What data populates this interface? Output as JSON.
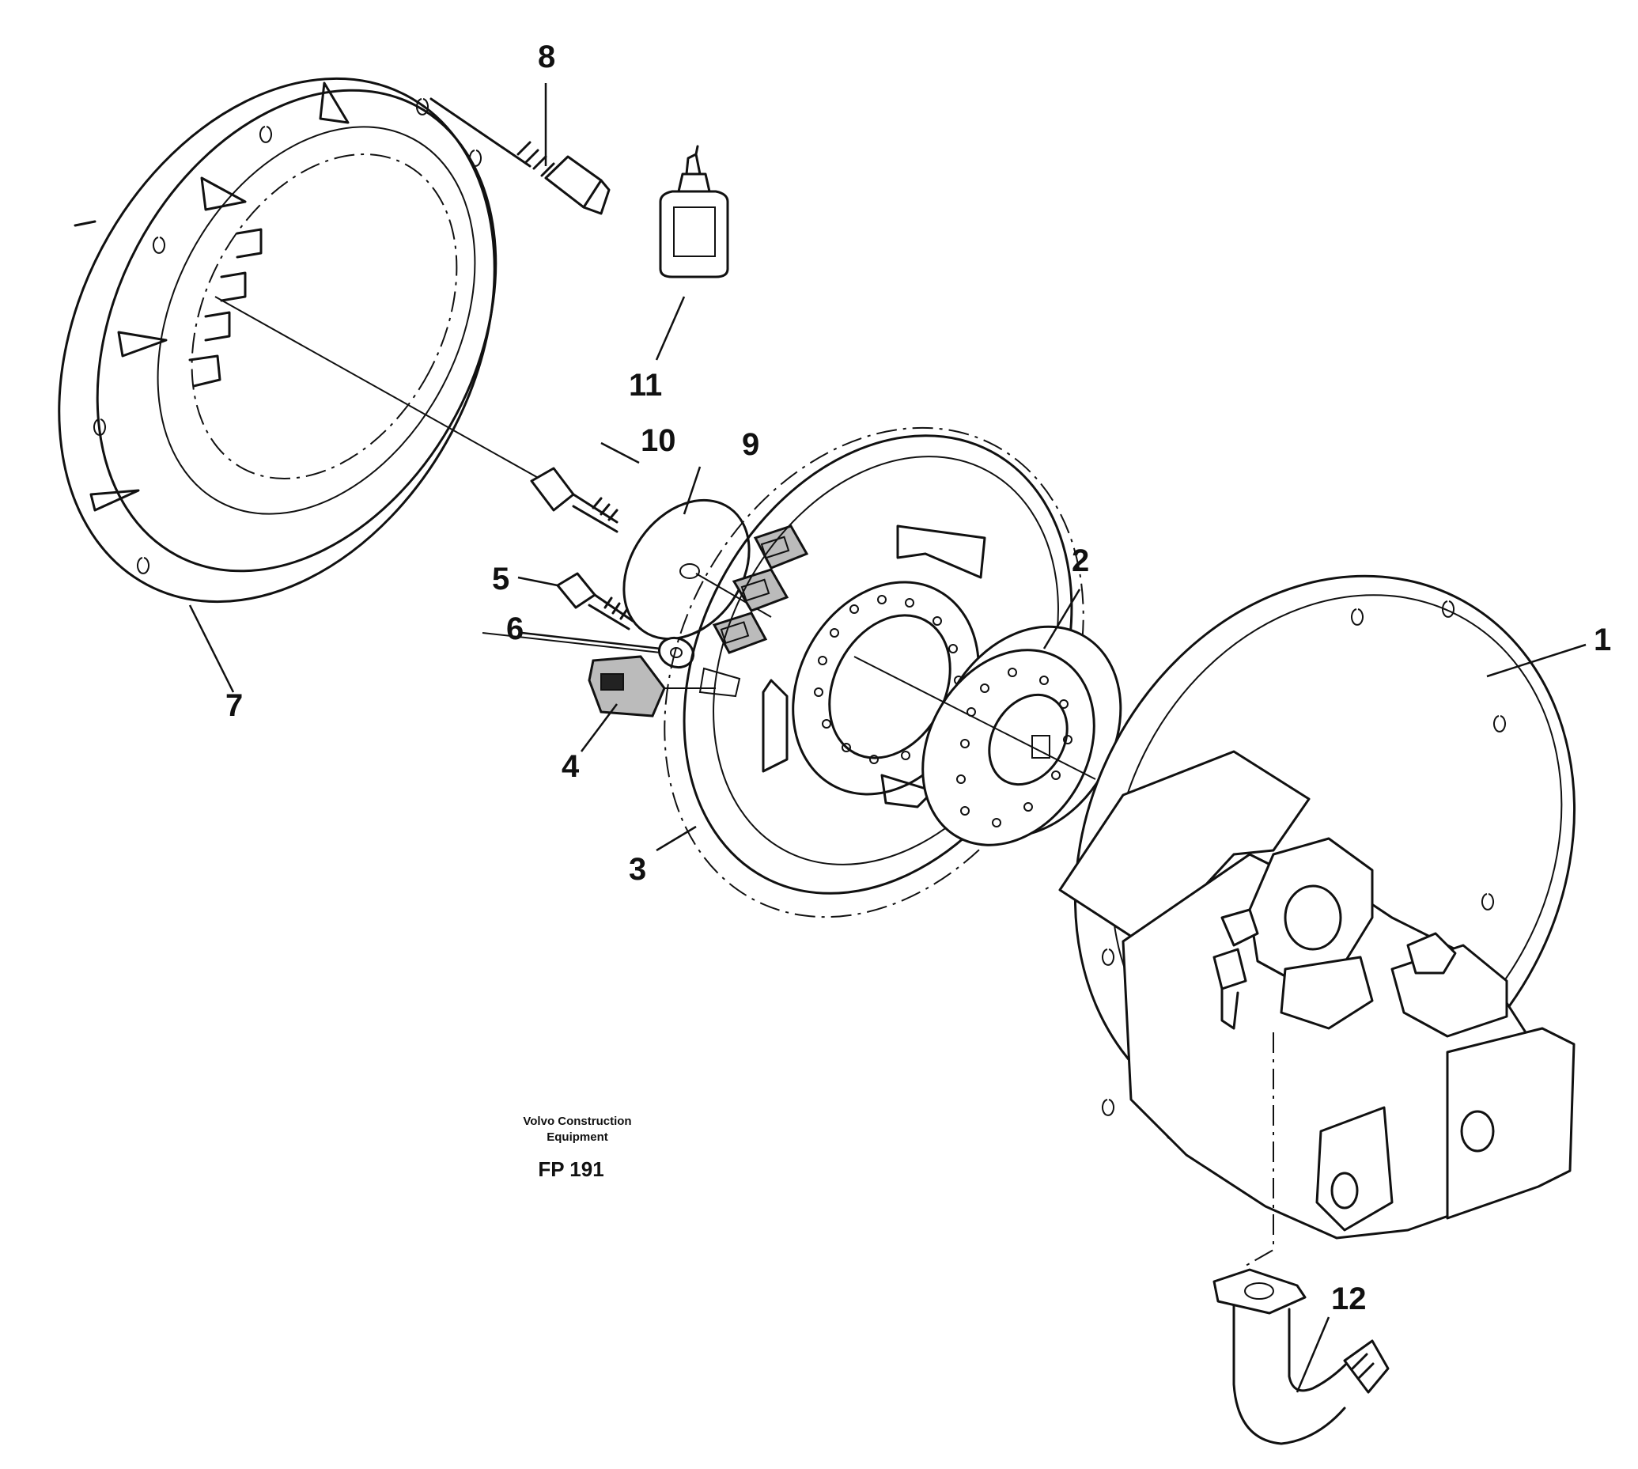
{
  "callouts": {
    "c1": "1",
    "c2": "2",
    "c3": "3",
    "c4": "4",
    "c5": "5",
    "c6": "6",
    "c7": "7",
    "c8": "8",
    "c9": "9",
    "c10": "10",
    "c11": "11",
    "c12": "12"
  },
  "brand": {
    "line1": "Volvo Construction",
    "line2": "Equipment"
  },
  "figure_code": "FP 191"
}
